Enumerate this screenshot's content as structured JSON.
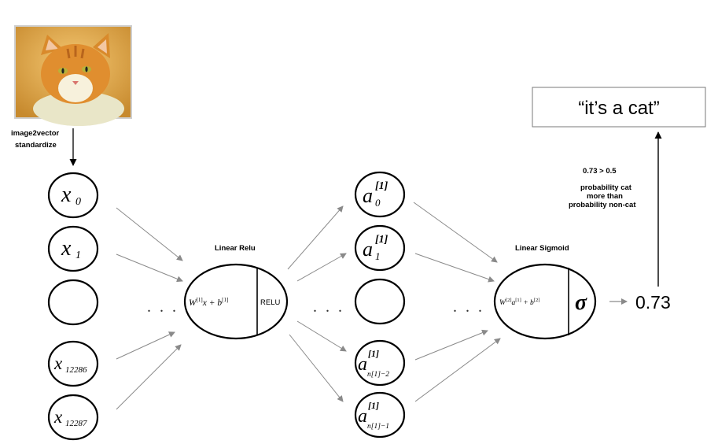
{
  "preprocess": {
    "line1": "image2vector",
    "line2": "standardize"
  },
  "layer1": {
    "label": "Linear Relu",
    "activation": "RELU"
  },
  "layer2": {
    "label": "Linear Sigmoid",
    "activation": "σ"
  },
  "output": {
    "value": "0.73",
    "result": "“it’s a cat”",
    "comparison": "0.73 > 0.5",
    "note_line1": "probability cat",
    "note_line2": "more than",
    "note_line3": "probability non-cat"
  },
  "ellipsis": ". . .",
  "inputs": [
    {
      "base": "x",
      "sub": "0"
    },
    {
      "base": "x",
      "sub": "1"
    },
    {
      "base": "",
      "sub": ""
    },
    {
      "base": "x",
      "sub": "12286"
    },
    {
      "base": "x",
      "sub": "12287"
    }
  ],
  "hidden": [
    {
      "base": "a",
      "sup": "[1]",
      "sub": "0"
    },
    {
      "base": "a",
      "sup": "[1]",
      "sub": "1"
    },
    {
      "base": "",
      "sup": "",
      "sub": ""
    },
    {
      "base": "a",
      "sup": "[1]",
      "sub": "n[1]−2"
    },
    {
      "base": "a",
      "sup": "[1]",
      "sub": "n[1]−1"
    }
  ],
  "colors": {
    "arrow": "#8a8a8a",
    "stroke": "#000000",
    "box_border": "#7a7a7a"
  }
}
